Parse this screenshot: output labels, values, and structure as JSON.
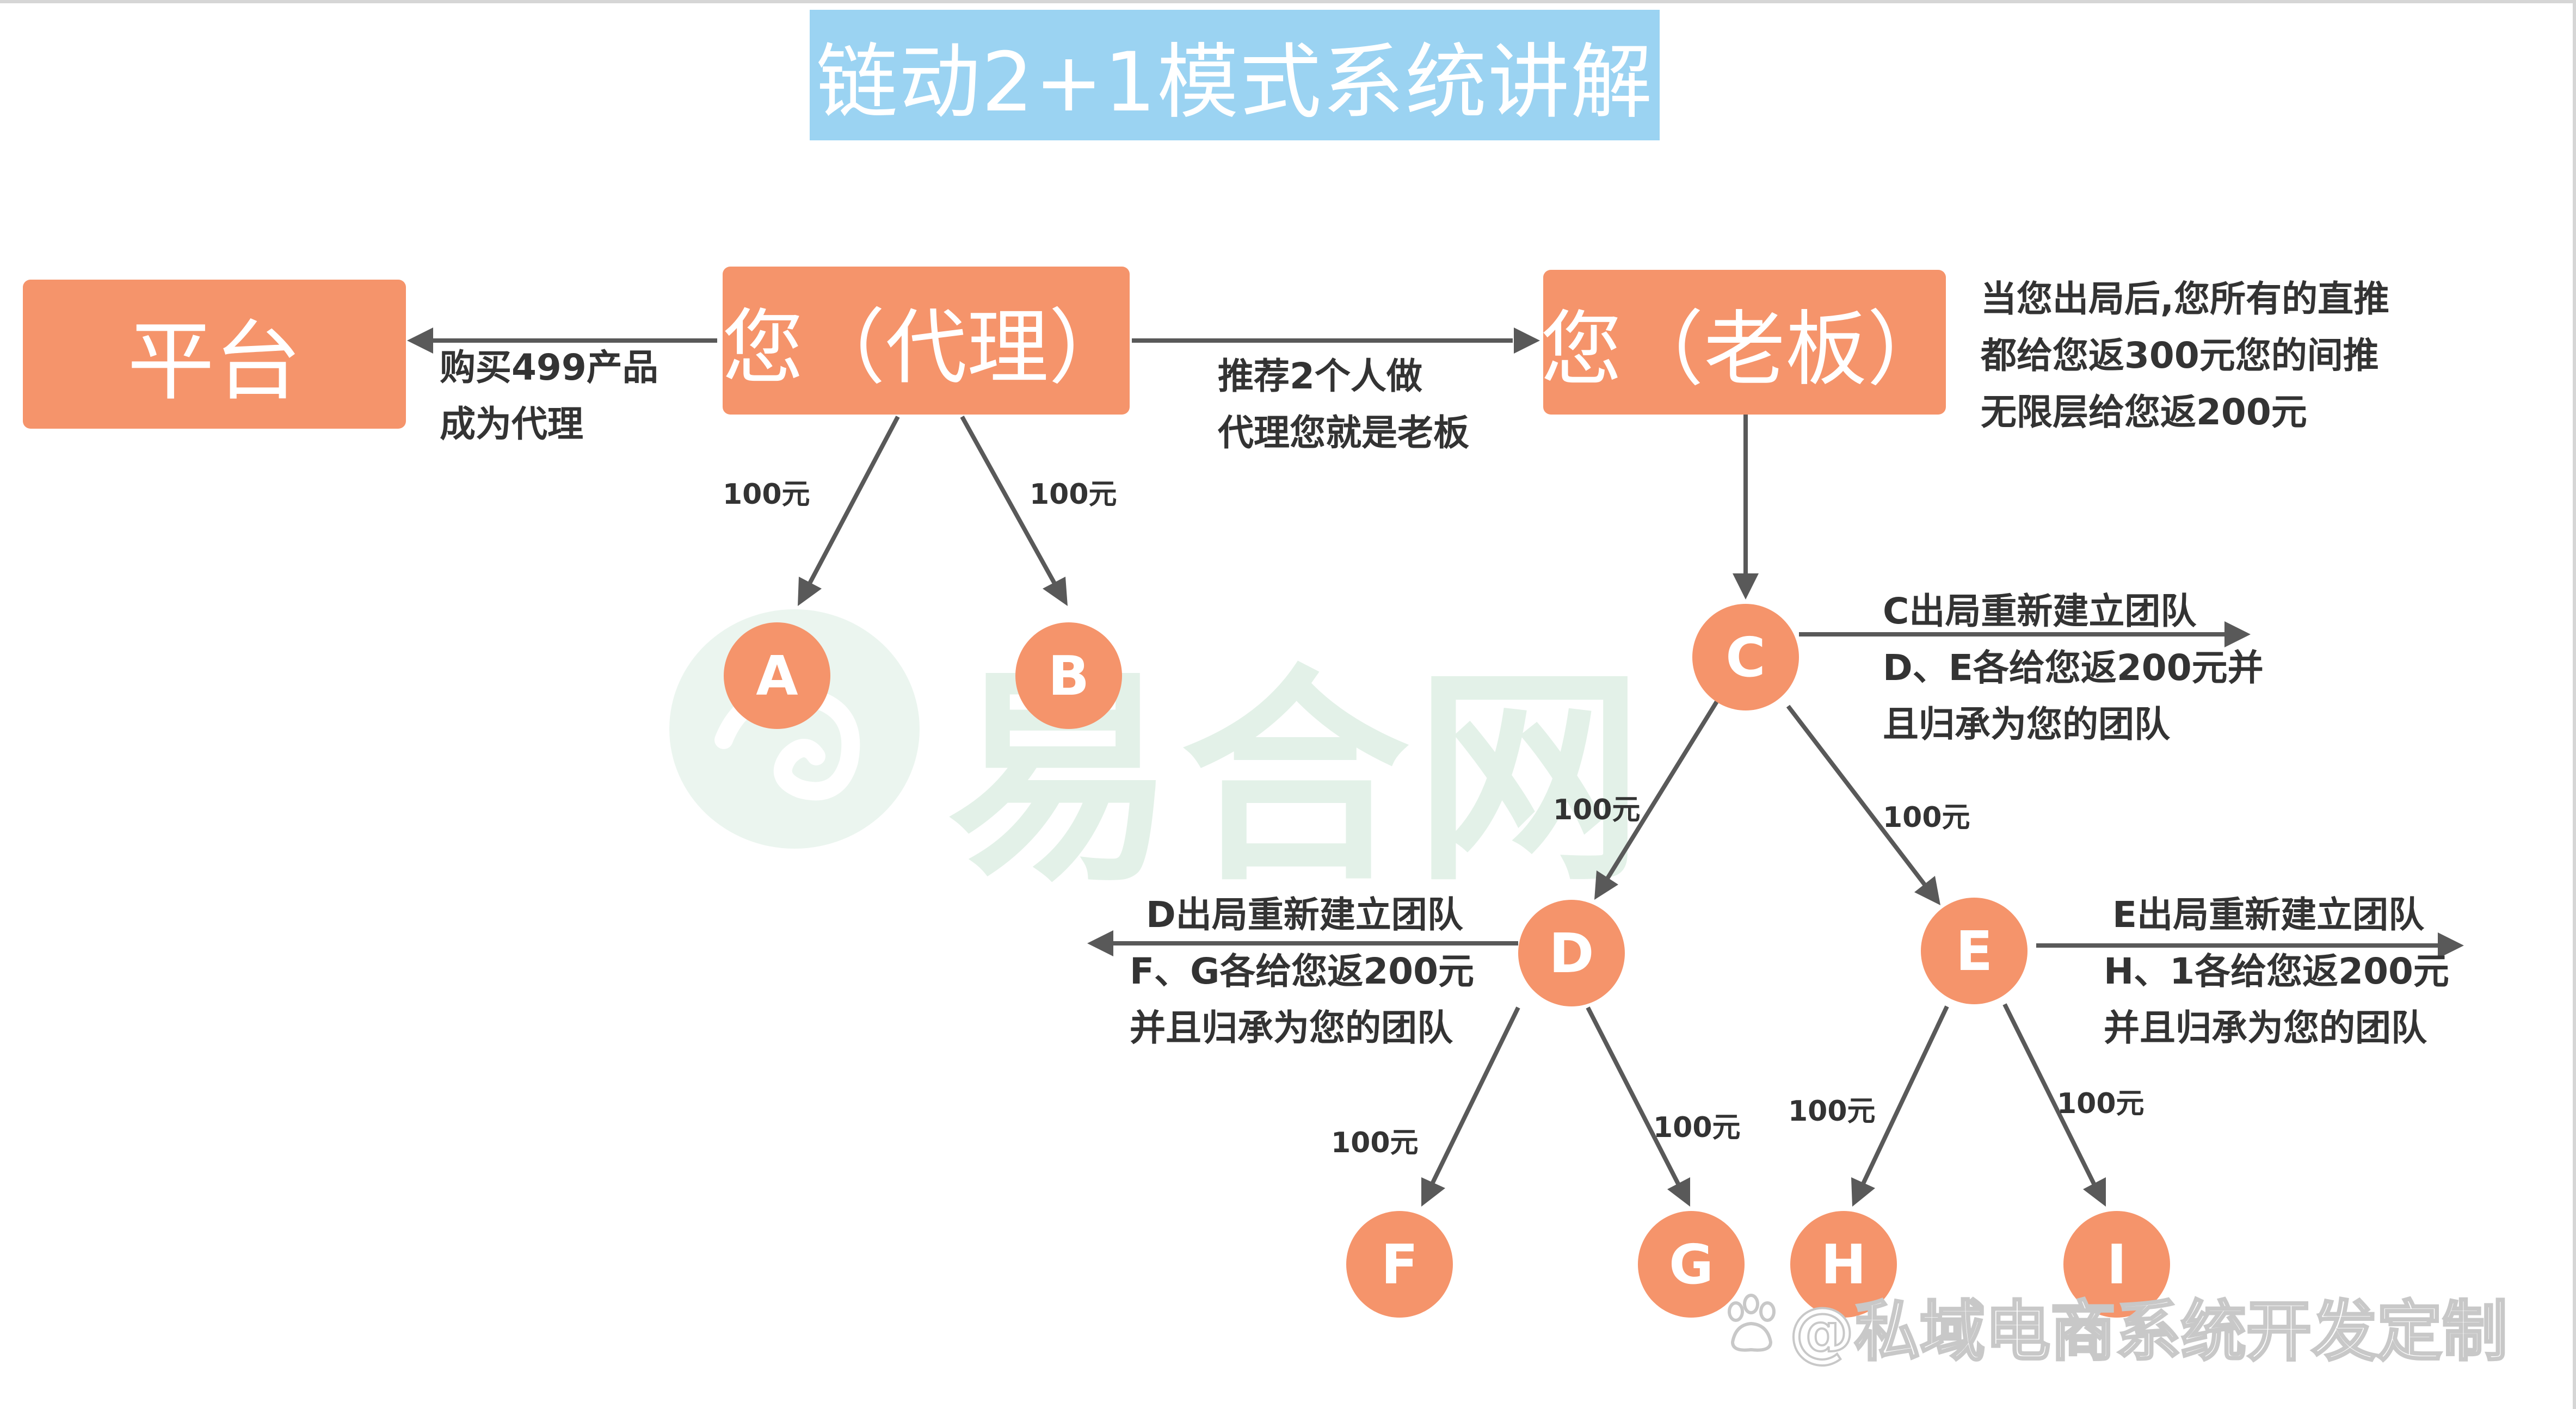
{
  "title": "链动2+1模式系统讲解",
  "nodes": {
    "platform": "平台",
    "agent": "您（代理）",
    "boss": "您（老板）"
  },
  "circles": {
    "A": "A",
    "B": "B",
    "C": "C",
    "D": "D",
    "E": "E",
    "F": "F",
    "G": "G",
    "H": "H",
    "I": "I"
  },
  "edge_labels": {
    "agent_to_platform_line1": "购买499产品",
    "agent_to_platform_line2": "成为代理",
    "agent_to_boss_line1": "推荐2个人做",
    "agent_to_boss_line2": "代理您就是老板",
    "agent_to_a": "100元",
    "agent_to_b": "100元",
    "c_to_d": "100元",
    "c_to_e": "100元",
    "d_to_f": "100元",
    "d_to_g": "100元",
    "e_to_h": "100元",
    "e_to_i": "100元"
  },
  "notes": {
    "boss_line1": "当您出局后,您所有的直推",
    "boss_line2": "都给您返300元您的间推",
    "boss_line3": "无限层给您返200元",
    "c_line1": "C出局重新建立团队",
    "c_line2": "D、E各给您返200元并",
    "c_line3": "且归承为您的团队",
    "d_line1": "D出局重新建立团队",
    "d_line2": "F、G各给您返200元",
    "d_line3": "并且归承为您的团队",
    "e_line1": "E出局重新建立团队",
    "e_line2": "H、1各给您返200元",
    "e_line3": "并且归承为您的团队"
  },
  "watermark": {
    "text": "易合网",
    "credit": "@私域电商系统开发定制"
  },
  "colors": {
    "node": "#f5946b",
    "title_bg": "#9bd3f2",
    "arrow": "#595959",
    "text": "#333333"
  }
}
